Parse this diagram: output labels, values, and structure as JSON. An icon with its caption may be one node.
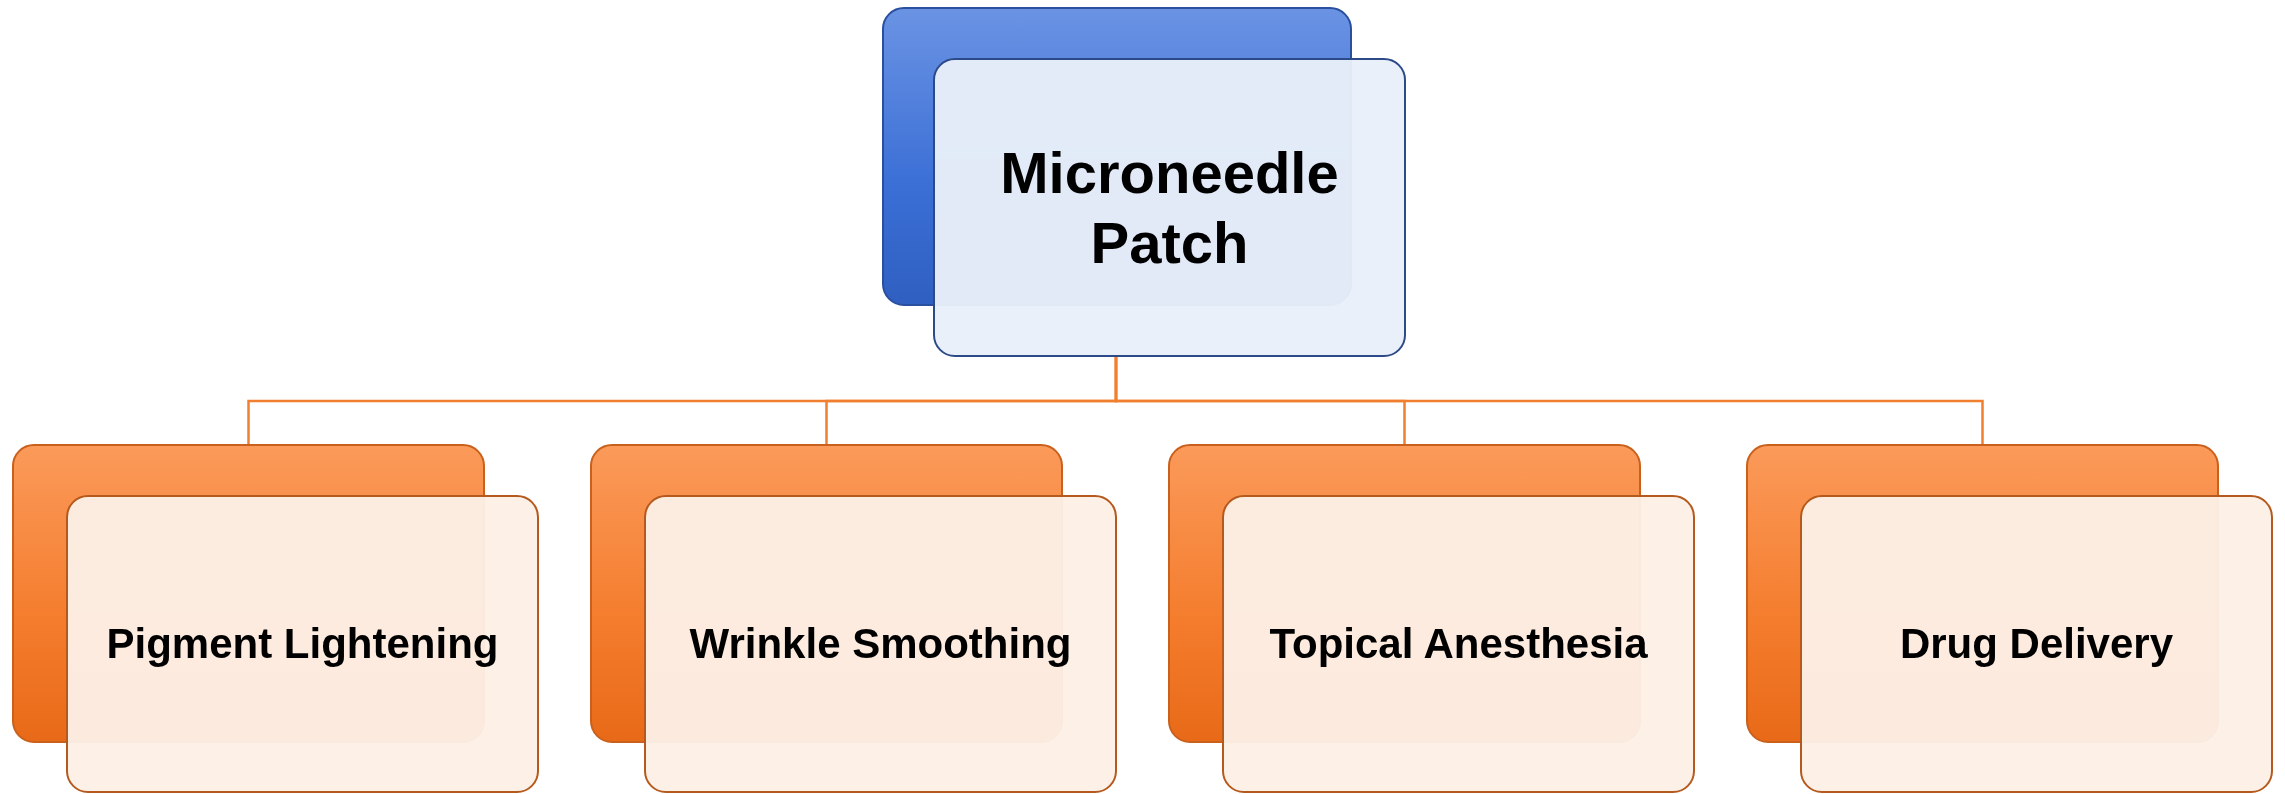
{
  "diagram": {
    "nodes": [
      {
        "text": [
          "Microneedle Patch"
        ]
      },
      {
        "text": [
          "Pigment Lightening"
        ]
      },
      {
        "text": [
          "Wrinkle Smoothing"
        ]
      },
      {
        "text": [
          "Topical Anesthesia"
        ]
      },
      {
        "text": [
          "Drug Delivery"
        ]
      }
    ],
    "edges": [
      {
        "from": 0,
        "to": 1,
        "arrow": "none"
      },
      {
        "from": 0,
        "to": 2,
        "arrow": "none"
      },
      {
        "from": 0,
        "to": 3,
        "arrow": "none"
      },
      {
        "from": 0,
        "to": 4,
        "arrow": "none"
      }
    ]
  }
}
